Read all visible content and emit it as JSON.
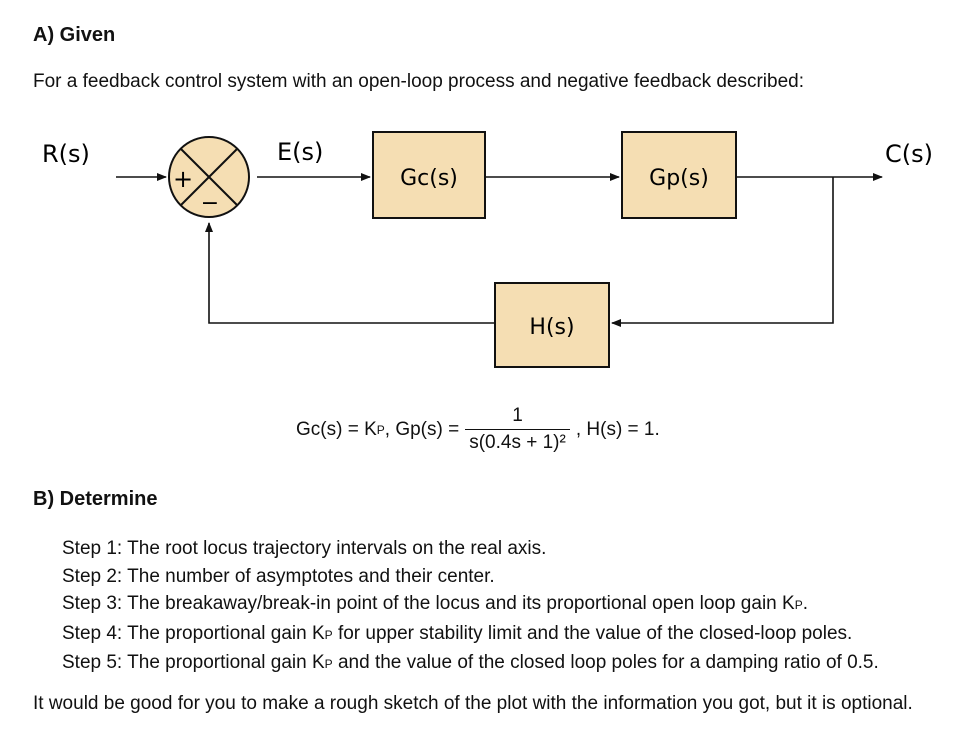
{
  "section_a": {
    "heading": "A) Given",
    "intro": "For a feedback control system with an open-loop process and negative feedback described:"
  },
  "diagram": {
    "input_label": "R(s)",
    "error_label": "E(s)",
    "output_label": "C(s)",
    "plus_sign": "+",
    "minus_sign": "−",
    "controller": "Gc(s)",
    "process": "Gp(s)",
    "feedback": "H(s)",
    "block_fill": "#f5deb3"
  },
  "equation": {
    "gc_part": "Gc(s) = K",
    "gc_sub": "P",
    "gp_part": ",  Gp(s) =",
    "numerator": "1",
    "denominator": "s(0.4s + 1)²",
    "h_part": ",   H(s) = 1."
  },
  "section_b": {
    "heading": "B) Determine",
    "steps": [
      {
        "before": "Step 1: The root locus trajectory intervals on the real axis.",
        "sub": "",
        "after": ""
      },
      {
        "before": "Step 2: The number of asymptotes and their center.",
        "sub": "",
        "after": ""
      },
      {
        "before": "Step 3: The breakaway/break-in point of the locus and its proportional open loop gain K",
        "sub": "P",
        "after": "."
      },
      {
        "before": "Step 4: The proportional gain K",
        "sub": "P",
        "after": " for upper stability limit and the value of the closed-loop poles."
      },
      {
        "before": "Step 5: The proportional gain K",
        "sub": "P",
        "after": " and the value of the closed loop poles for a damping ratio of 0.5."
      }
    ]
  },
  "footer": "It would be good for you to make a rough sketch of the plot with the information you got, but it is optional."
}
